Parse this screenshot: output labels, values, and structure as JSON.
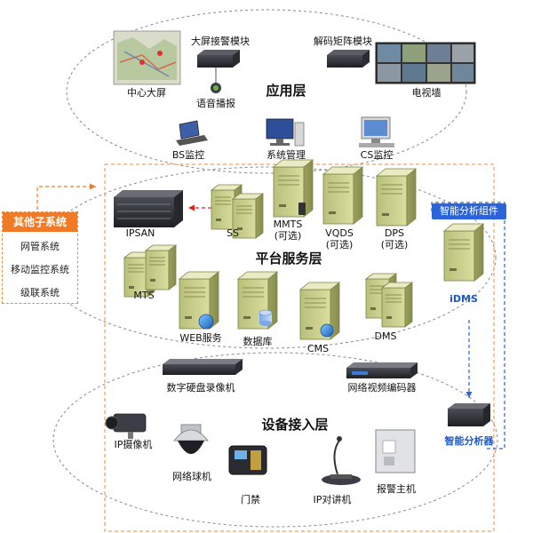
{
  "layers": {
    "application": "应用层",
    "platform": "平台服务层",
    "device": "设备接入层"
  },
  "application": {
    "central_screen": "中心大屏",
    "big_screen_alarm": "大屏接警模块",
    "voice_broadcast": "语音播报",
    "decode_matrix": "解码矩阵模块",
    "tv_wall": "电视墙",
    "bs_monitor": "BS监控",
    "system_mgmt": "系统管理",
    "cs_monitor": "CS监控"
  },
  "platform": {
    "ipsan": "IPSAN",
    "ss": "SS",
    "mmts": "MMTS",
    "mmts_opt": "(可选)",
    "vqds": "VQDS",
    "vqds_opt": "(可选)",
    "dps": "DPS",
    "dps_opt": "(可选)",
    "mts": "MTS",
    "web": "WEB服务",
    "database": "数据库",
    "cms": "CMS",
    "dms": "DMS",
    "idms": "iDMS"
  },
  "smart": {
    "component": "智能分析组件",
    "analyzer": "智能分析器"
  },
  "other_systems": {
    "title": "其他子系统",
    "items": [
      "网管系统",
      "移动监控系统",
      "级联系统"
    ]
  },
  "device": {
    "dvr": "数字硬盘录像机",
    "encoder": "网络视频编码器",
    "ip_camera": "IP摄像机",
    "dome_camera": "网络球机",
    "access": "门禁",
    "ip_intercom": "IP对讲机",
    "alarm_host": "报警主机"
  },
  "colors": {
    "orange": "#f07a25",
    "blue": "#2a64d8",
    "server_body": "#c9cf8a",
    "server_light": "#e6e9bd",
    "ellipse": "#8a8a8a",
    "red_arrow": "#e02020"
  },
  "icons": {
    "server": "server-tower-icon",
    "rack": "rack-server-icon",
    "monitor": "computer-monitor-icon",
    "camera": "camera-icon",
    "globe": "globe-icon",
    "database": "database-cylinder-icon"
  }
}
